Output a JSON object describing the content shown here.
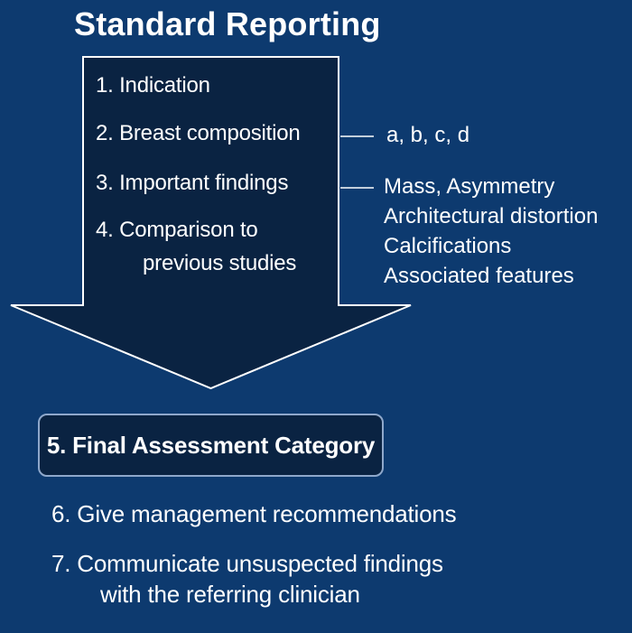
{
  "colors": {
    "background": "#0d3a6f",
    "panel_fill": "#0a2342",
    "panel_border": "#ffffff",
    "assessment_box_border": "#8fa8cb",
    "text": "#ffffff"
  },
  "title": "Standard Reporting",
  "report_box": {
    "item1": "1. Indication",
    "item2": "2. Breast composition",
    "item3": "3. Important findings",
    "item4_line1": "4. Comparison to",
    "item4_line2": "previous studies"
  },
  "annotations": {
    "composition_categories": "a, b, c, d",
    "findings_line1": "Mass, Asymmetry",
    "findings_line2": "Architectural distortion",
    "findings_line3": "Calcifications",
    "findings_line4": "Associated features"
  },
  "final_assessment": "5. Final Assessment Category",
  "steps": {
    "step6": "6. Give management recommendations",
    "step7_line1": "7. Communicate unsuspected findings",
    "step7_line2": "with the referring clinician"
  }
}
